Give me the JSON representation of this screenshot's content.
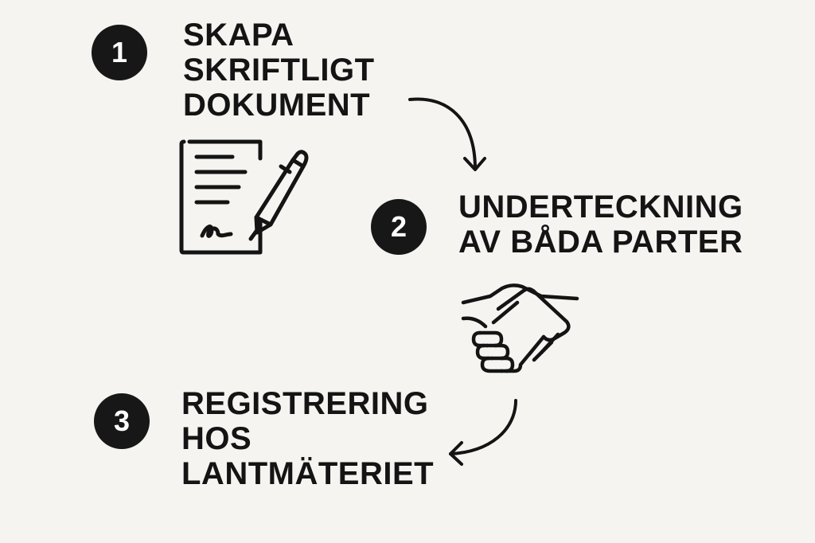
{
  "steps": [
    {
      "number": "1",
      "lines": [
        "SKAPA",
        "SKRIFTLIGT",
        "DOKUMENT"
      ],
      "icon": "signed-document-icon"
    },
    {
      "number": "2",
      "lines": [
        "UNDERTECKNING",
        "AV BÅDA PARTER"
      ],
      "icon": "handshake-icon"
    },
    {
      "number": "3",
      "lines": [
        "REGISTRERING",
        "HOS",
        "LANTMÄTERIET"
      ]
    }
  ],
  "connectors": [
    "arrow-step1-to-step2",
    "arrow-step2-to-step3"
  ],
  "colors": {
    "background": "#f5f4f1",
    "ink": "#141414",
    "badge": "#171717",
    "badge_text": "#ffffff"
  }
}
